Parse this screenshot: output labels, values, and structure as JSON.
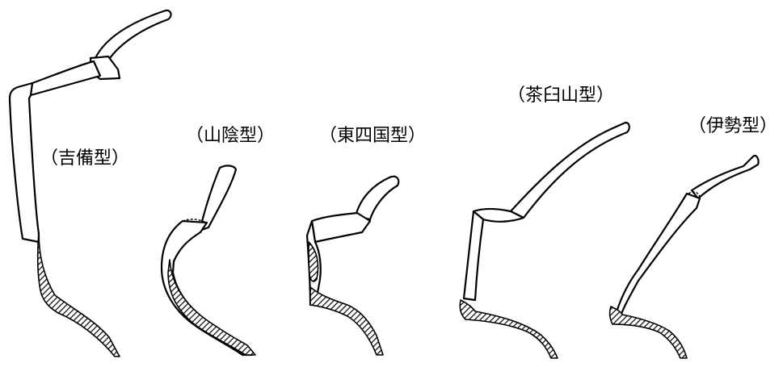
{
  "figures": [
    {
      "id": "kibi",
      "label": "（吉備型）"
    },
    {
      "id": "sanin",
      "label": "（山陰型）"
    },
    {
      "id": "higashi-shikoku",
      "label": "（東四国型）"
    },
    {
      "id": "chausuyama",
      "label": "（茶臼山型）"
    },
    {
      "id": "ise",
      "label": "（伊勢型）"
    }
  ]
}
